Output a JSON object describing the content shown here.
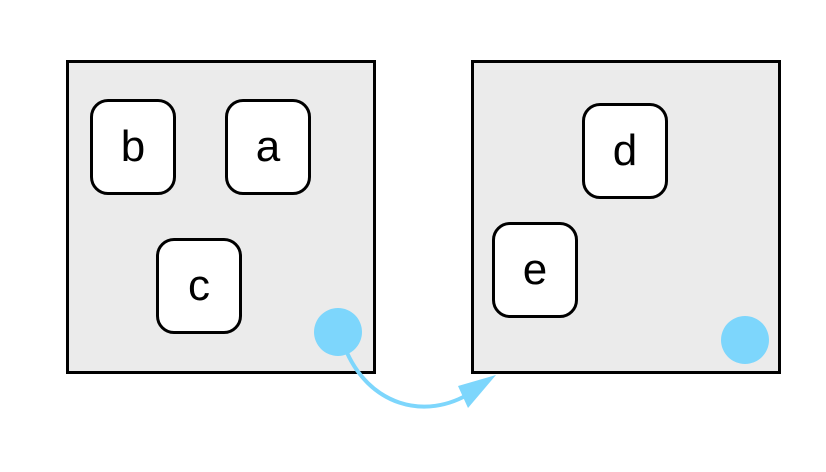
{
  "diagram": {
    "containers": [
      {
        "id": "left",
        "nodes": [
          "b",
          "a",
          "c"
        ]
      },
      {
        "id": "right",
        "nodes": [
          "d",
          "e"
        ]
      }
    ],
    "nodes": {
      "b": "b",
      "a": "a",
      "c": "c",
      "d": "d",
      "e": "e"
    },
    "edges": [
      {
        "from": "left-port",
        "to": "right-container",
        "style": "curved-arrow"
      }
    ],
    "colors": {
      "container_fill": "#ebebeb",
      "border": "#000000",
      "node_fill": "#ffffff",
      "port": "#7dd6fc",
      "edge": "#7dd6fc"
    }
  }
}
